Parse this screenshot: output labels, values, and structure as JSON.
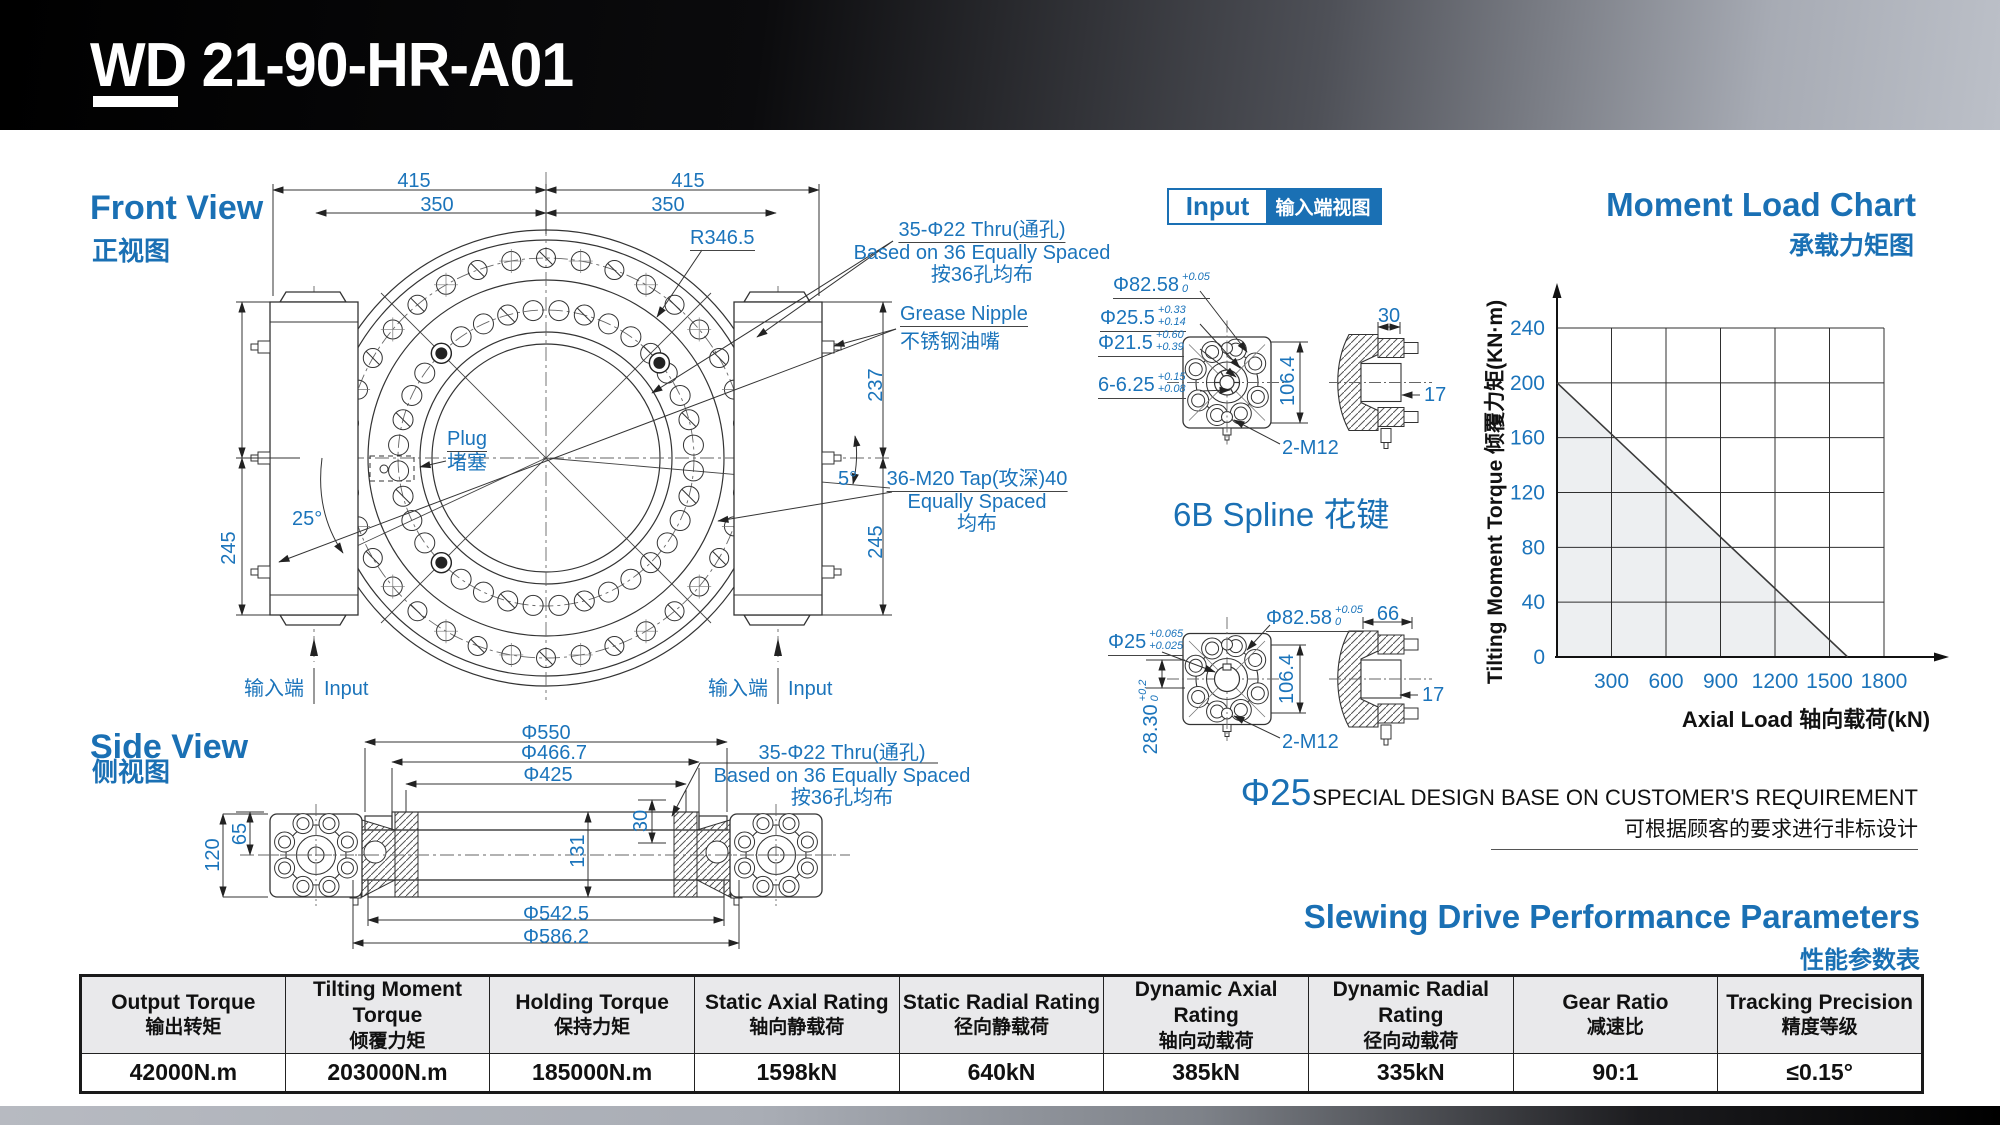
{
  "header": {
    "title_wd": "WD",
    "title_rest": " 21-90-HR-A01"
  },
  "front_view": {
    "title_en": "Front View",
    "title_zh": "正视图",
    "dims": {
      "d415": "415",
      "d350": "350",
      "d245": "245",
      "d237": "237",
      "a25": "25°",
      "a5": "5°",
      "radius": "R346.5"
    },
    "input_zh": "输入端",
    "input_en": "Input"
  },
  "thru_note": {
    "l1": "35-Φ22 Thru(通孔)",
    "l2": "Based on 36 Equally Spaced",
    "l3": "按36孔均布"
  },
  "grease_note": {
    "l1": "Grease Nipple",
    "l2": "不锈钢油嘴"
  },
  "plug_note": {
    "l1": "Plug",
    "l2": "堵塞"
  },
  "tap_note": {
    "l1": "36-M20 Tap(攻深)40",
    "l2": "Equally Spaced",
    "l3": "均布"
  },
  "side_view": {
    "title_en": "Side View",
    "title_zh": "侧视图",
    "dims": {
      "d550": "Φ550",
      "d4667": "Φ466.7",
      "d425": "Φ425",
      "d5425": "Φ542.5",
      "d5862": "Φ586.2",
      "d120": "120",
      "d65": "65",
      "d131": "131",
      "d30": "30"
    }
  },
  "input_view": {
    "box_en": "Input",
    "box_zh": "输入端视图",
    "spline1": {
      "t1": {
        "m": "Φ82.58",
        "sup": "+0.05",
        "sub": "0"
      },
      "t2": {
        "m": "Φ25.5",
        "sup": "+0.33",
        "sub": "+0.14"
      },
      "t3": {
        "m": "Φ21.5",
        "sup": "+0.60",
        "sub": "+0.39"
      },
      "t4": {
        "m": "6-6.25",
        "sup": "+0.15",
        "sub": "+0.08"
      },
      "d30": "30",
      "d106": "106.4",
      "d17": "17",
      "m12": "2-M12",
      "name": "6B Spline 花键"
    },
    "spline2": {
      "t1": {
        "m": "Φ25",
        "sup": "+0.065",
        "sub": "+0.025"
      },
      "t2": {
        "m": "Φ82.58",
        "sup": "+0.05",
        "sub": "0"
      },
      "key": {
        "m": "28.30",
        "sup": "+0.2",
        "sub": "0"
      },
      "d66": "66",
      "d106": "106.4",
      "d17": "17",
      "m12": "2-M12",
      "name": "Φ25"
    }
  },
  "chart_data": {
    "type": "line",
    "title_en": "Moment Load Chart",
    "title_zh": "承载力矩图",
    "xlabel": "Axial Load 轴向载荷(kN)",
    "ylabel": "Tilting Moment Torque 倾覆力矩(KN·m)",
    "x_ticks": [
      300,
      600,
      900,
      1200,
      1500,
      1800
    ],
    "y_ticks": [
      0,
      40,
      80,
      120,
      160,
      200,
      240
    ],
    "xlim": [
      0,
      1800
    ],
    "ylim": [
      0,
      240
    ],
    "grid": true,
    "legend": false,
    "series": [
      {
        "name": "load-limit",
        "x": [
          0,
          1600
        ],
        "y": [
          200,
          0
        ],
        "fill_below": true
      }
    ]
  },
  "special": {
    "en": "SPECIAL DESIGN BASE ON CUSTOMER'S REQUIREMENT",
    "zh": "可根据顾客的要求进行非标设计"
  },
  "performance": {
    "title_en": "Slewing Drive Performance Parameters",
    "title_zh": "性能参数表",
    "columns": [
      {
        "en": "Output Torque",
        "zh": "输出转矩",
        "value": "42000N.m"
      },
      {
        "en": "Tilting Moment Torque",
        "zh": "倾覆力矩",
        "value": "203000N.m"
      },
      {
        "en": "Holding Torque",
        "zh": "保持力矩",
        "value": "185000N.m"
      },
      {
        "en": "Static Axial Rating",
        "zh": "轴向静载荷",
        "value": "1598kN"
      },
      {
        "en": "Static Radial Rating",
        "zh": "径向静载荷",
        "value": "640kN"
      },
      {
        "en": "Dynamic Axial Rating",
        "zh": "轴向动载荷",
        "value": "385kN"
      },
      {
        "en": "Dynamic Radial Rating",
        "zh": "径向动载荷",
        "value": "335kN"
      },
      {
        "en": "Gear Ratio",
        "zh": "减速比",
        "value": "90:1"
      },
      {
        "en": "Tracking Precision",
        "zh": "精度等级",
        "value": "≤0.15°"
      }
    ]
  },
  "colors": {
    "accent": "#1a70b4",
    "dim_text": "#1b74bb",
    "line": "#333333",
    "chart_fill": "#edeff1"
  }
}
